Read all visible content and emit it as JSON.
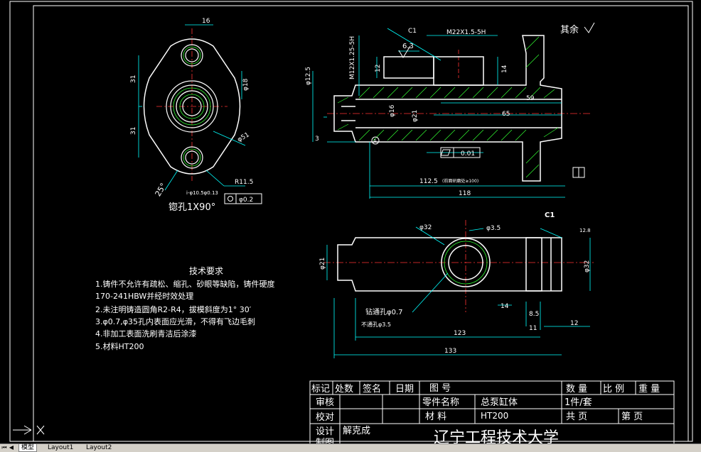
{
  "drawing": {
    "rough_finish": "其余",
    "left_view": {
      "dim_width": "16",
      "dim_upper": "31",
      "dim_lower": "31",
      "dim_bore": "φ18",
      "dim_flange": "φ51",
      "dim_radius": "R11.5",
      "dim_angle": "25°",
      "tolerance_note": "i-φ10.5φ0.13",
      "position_tol": "φ0.2",
      "countersink": "锪孔1X90°"
    },
    "section_view": {
      "chamfer": "C1",
      "roughness": "6.3",
      "thread_top": "M22X1.5-5H",
      "thread_side": "M12X1.25-5H",
      "dim_12": "12",
      "dim_14": "14",
      "dim_125": "φ12.5",
      "dim_16": "φ16",
      "dim_21": "φ21",
      "dim_59": "59",
      "dim_65": "65",
      "dim_3": "3",
      "flatness": "0.01",
      "datum": "A",
      "len_1125": "112.5",
      "len_118": "118",
      "fit_note": "(前面研磨处≥100)"
    },
    "bottom_view": {
      "dim_32": "φ32",
      "dim_35": "φ3.5",
      "chamfer": "C1",
      "dim_128": "12.8",
      "dim_21": "φ21",
      "dim_32r": "φ32",
      "drill_07": "钻通孔φ0.7",
      "drill_35": "不通孔φ3.5",
      "dim_14": "14",
      "dim_85": "8.5",
      "dim_11": "11",
      "dim_12": "12",
      "dim_123": "123",
      "dim_133": "133"
    },
    "notes": {
      "title": "技术要求",
      "lines": [
        "1.铸件不允许有疏松、缩孔、砂眼等缺陷，铸件硬度",
        "170-241HBW并经时效处理",
        "2.未注明铸造圆角R2-R4，拔模斜度为1° 30′",
        "3.φ0.7,φ35孔内表面应光滑，不得有飞边毛刺",
        "4.非加工表面洗刷青洁后涂漆",
        "5.材料HT200"
      ]
    },
    "title_block": {
      "hdr_mark": "标记",
      "hdr_count": "处数",
      "hdr_sign": "签名",
      "hdr_date": "日期",
      "hdr_drawing_no": "图  号",
      "hdr_qty": "数 量",
      "hdr_scale": "比 例",
      "hdr_weight": "重 量",
      "review": "审核",
      "part_name_label": "零件名称",
      "part_name": "总泵缸体",
      "per_set": "1件/套",
      "check": "校对",
      "material_label": "材  料",
      "material": "HT200",
      "total_pages": "共    页",
      "page_no": "第    页",
      "design": "设计",
      "designer": "解克成",
      "drafting": "制图",
      "school": "辽宁工程技术大学"
    }
  },
  "tabs": [
    "模型",
    "Layout1",
    "Layout2"
  ],
  "colors": {
    "outline": "#ffffff",
    "dimension": "#00ffff",
    "center": "#ff3333",
    "text": "#ffff00",
    "hatch": "#33ff33",
    "label": "#ffffff"
  }
}
